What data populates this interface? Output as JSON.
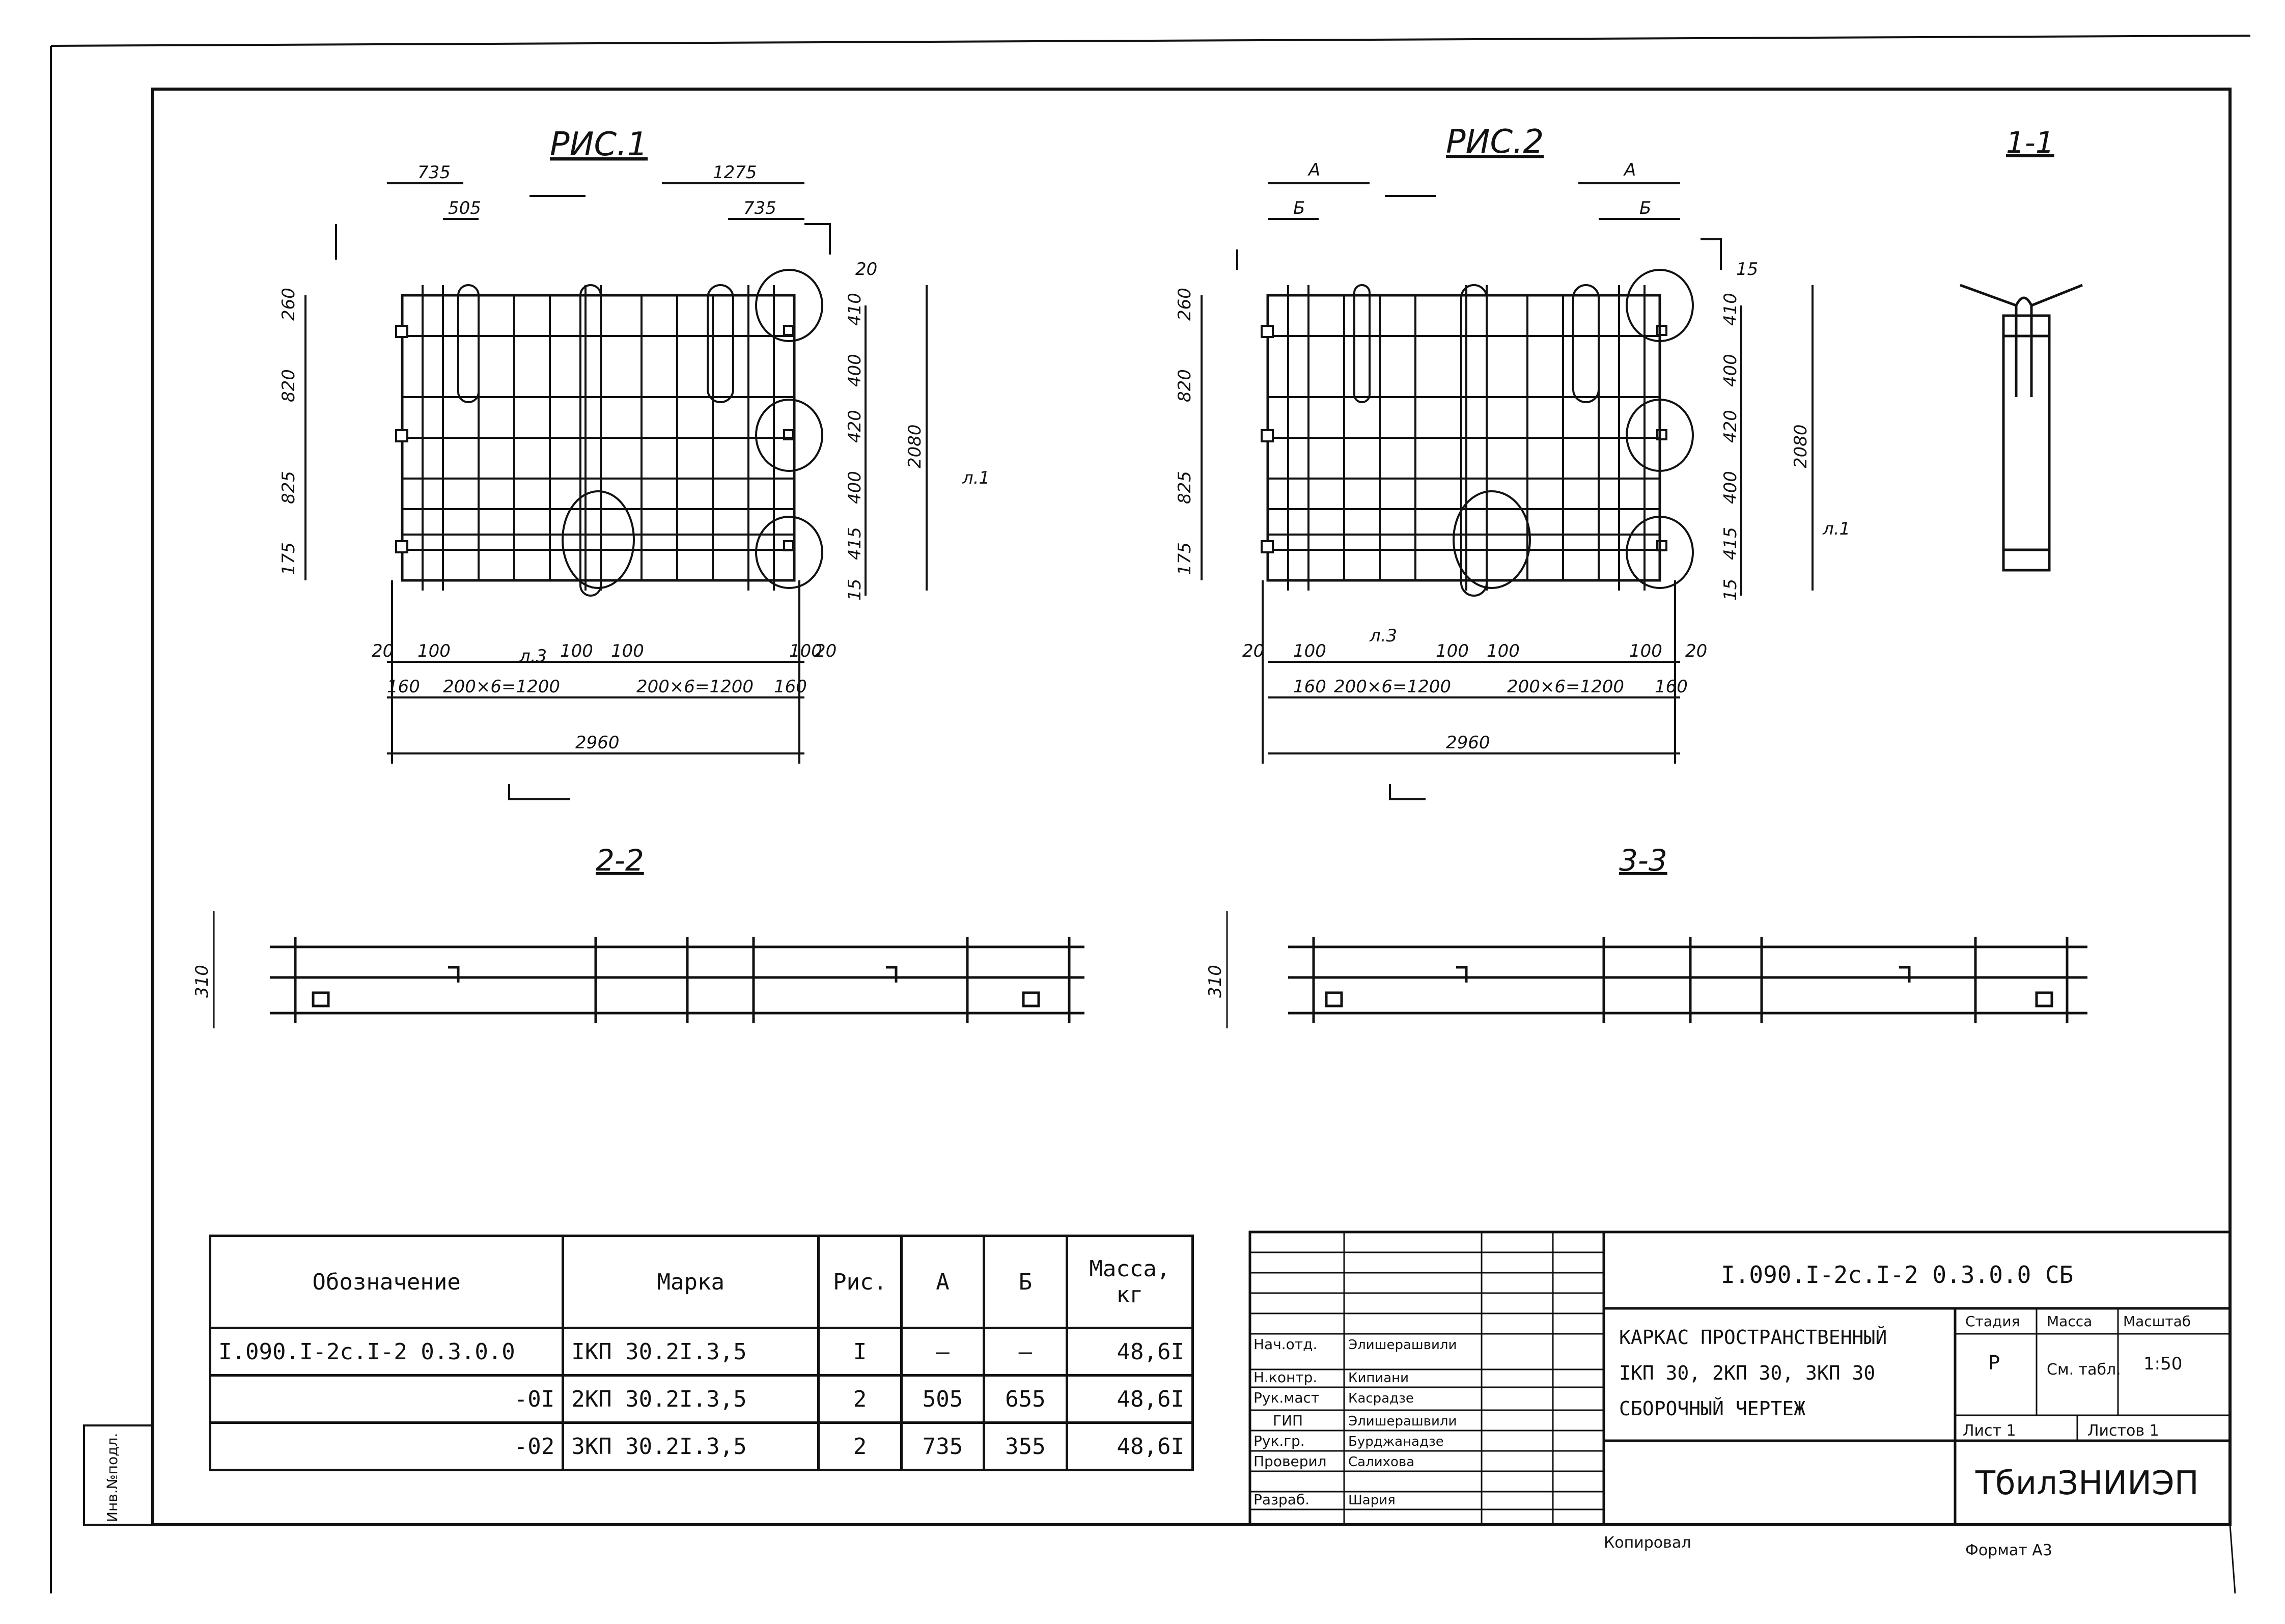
{
  "figures": {
    "fig1_title": "РИС.1",
    "fig2_title": "РИС.2",
    "sec11_title": "1-1",
    "sec22_title": "2-2",
    "sec33_title": "3-3",
    "fig1_dims": {
      "top_a": "735",
      "top_b": "505",
      "top_c": "1275",
      "top_d": "735",
      "left": [
        "260",
        "820",
        "825",
        "175"
      ],
      "right": [
        "410",
        "400",
        "420",
        "400",
        "415"
      ],
      "right_total": "2080",
      "bottom_small": [
        "20",
        "100",
        "100",
        "100",
        "100",
        "20"
      ],
      "bottom_mid_1": "200×6=1200",
      "bottom_mid_2": "200×6=1200",
      "bottom_edges": [
        "160",
        "160"
      ],
      "total": "2960",
      "top_small": "20",
      "bottom_right_small": "15"
    },
    "fig2_dims": {
      "top_a": "А",
      "top_b": "Б",
      "left": [
        "260",
        "820",
        "825",
        "175"
      ],
      "right": [
        "410",
        "400",
        "420",
        "400",
        "415"
      ],
      "right_total": "2080",
      "bottom_mid_1": "200×6=1200",
      "bottom_mid_2": "200×6=1200",
      "bottom_edges": [
        "160",
        "160"
      ],
      "bottom_small": [
        "20",
        "100",
        "100",
        "100",
        "100",
        "20"
      ],
      "total": "2960",
      "top_small": "15",
      "bottom_right_small": "15"
    },
    "section_height": "310",
    "sheet_ref": "л.1",
    "sheet_ref_3": "л.3"
  },
  "spec_table": {
    "headers": [
      "Обозначение",
      "Марка",
      "Рис.",
      "А",
      "Б",
      "Масса, кг"
    ],
    "rows": [
      [
        "I.090.I-2с.I-2 0.3.0.0",
        "IКП 30.2I.3,5",
        "I",
        "–",
        "–",
        "48,6I"
      ],
      [
        "-0I",
        "2КП 30.2I.3,5",
        "2",
        "505",
        "655",
        "48,6I"
      ],
      [
        "-02",
        "3КП 30.2I.3,5",
        "2",
        "735",
        "355",
        "48,6I"
      ]
    ]
  },
  "title_block": {
    "doc_code": "I.090.I-2с.I-2 0.3.0.0 СБ",
    "title_lines": [
      "КАРКАС ПРОСТРАНСТВЕННЫЙ",
      "IКП 30, 2КП 30, 3КП 30",
      "СБОРОЧНЫЙ ЧЕРТЕЖ"
    ],
    "roles": [
      "Нач.отд.",
      "Н.контр.",
      "Рук.маст",
      "ГИП",
      "Рук.гр.",
      "Проверил",
      "Разраб."
    ],
    "names": [
      "Элишерашвили",
      "Кипиани",
      "Касрадзе",
      "Элишерашвили",
      "Бурджанадзе",
      "Салихова",
      "Шария"
    ],
    "stage_label": "Стадия",
    "mass_label": "Масса",
    "scale_label": "Масштаб",
    "stage": "Р",
    "mass": "См. табл.",
    "scale": "1:50",
    "sheet": "Лист 1",
    "sheets": "Листов 1",
    "org": "ТбилЗНИИЭП"
  },
  "footer": {
    "copied": "Копировал",
    "format": "Формат А3",
    "inv_label": "Инв.№подл."
  }
}
